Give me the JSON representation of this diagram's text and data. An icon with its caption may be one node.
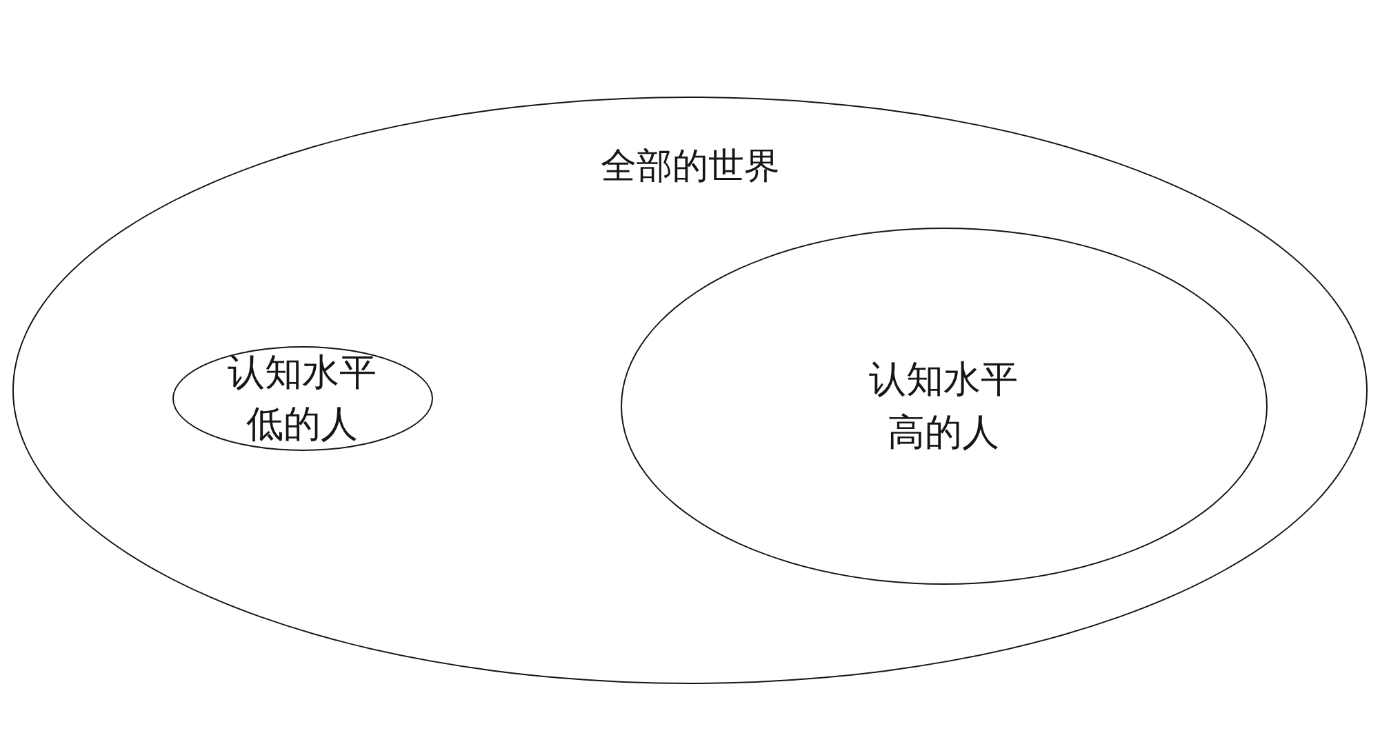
{
  "diagram": {
    "nodes": [
      {
        "text": [
          "全部的世界"
        ]
      },
      {
        "text": [
          "认知水平低的人"
        ],
        "in": 0
      },
      {
        "text": [
          "认知水平高的人"
        ],
        "in": 0
      }
    ]
  }
}
